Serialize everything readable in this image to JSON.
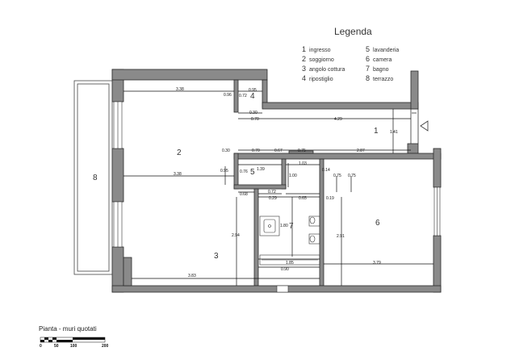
{
  "legend": {
    "title": "Legenda",
    "items": [
      {
        "num": "1",
        "label": "ingresso"
      },
      {
        "num": "2",
        "label": "soggiorno"
      },
      {
        "num": "3",
        "label": "angolo cottura"
      },
      {
        "num": "4",
        "label": "ripostiglio"
      },
      {
        "num": "5",
        "label": "lavanderia"
      },
      {
        "num": "6",
        "label": "camera"
      },
      {
        "num": "7",
        "label": "bagno"
      },
      {
        "num": "8",
        "label": "terrazzo"
      }
    ]
  },
  "rooms": {
    "r1": "1",
    "r2": "2",
    "r3": "3",
    "r4": "4",
    "r5": "5",
    "r6": "6",
    "r7": "7",
    "r8": "8"
  },
  "dimensions": {
    "d338a": "3.38",
    "d096": "0.96",
    "d072a": "0.72",
    "d095a": "0.95",
    "d030a": "0.30",
    "d070a": "0.70",
    "d429": "4.29",
    "d141": "1.41",
    "d030b": "0.30",
    "d070b": "0.70",
    "d067": "0.67",
    "d075a": "0.75",
    "d287": "2.87",
    "d338b": "3.38",
    "d095b": "0.95",
    "d076": "0.76",
    "d139": "1.39",
    "d103": "1.03",
    "d014": "0.14",
    "d075b": "0.75",
    "d075c": "0.75",
    "d100": "1.00",
    "d068": "0.68",
    "d072b": "0.72",
    "d029": "0.29",
    "d065": "0.65",
    "d019": "0.19",
    "d294": "2.94",
    "d180": "1.80",
    "d291": "2.91",
    "d185": "1.85",
    "d379": "3.79",
    "d090": "0.90",
    "d383": "3.83"
  },
  "caption": "Pianta - muri quotati",
  "scale": {
    "labels": [
      "0",
      "50",
      "100",
      "200"
    ]
  }
}
